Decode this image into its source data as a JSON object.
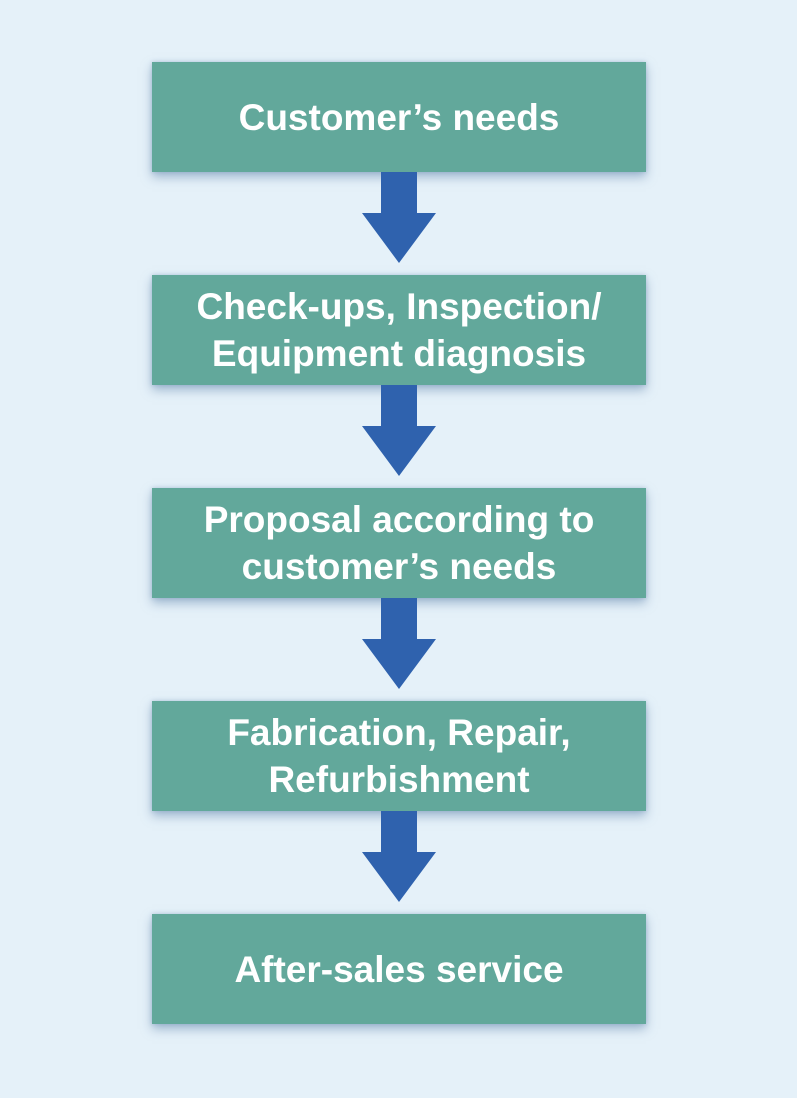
{
  "diagram": {
    "type": "vertical-flowchart",
    "steps": [
      {
        "id": "customer-needs",
        "label": "Customer’s needs"
      },
      {
        "id": "checkups-inspection",
        "label": "Check-ups, Inspection/\nEquipment diagnosis"
      },
      {
        "id": "proposal",
        "label": "Proposal according to\ncustomer’s needs"
      },
      {
        "id": "fabrication-repair",
        "label": "Fabrication, Repair,\nRefurbishment"
      },
      {
        "id": "after-sales",
        "label": "After-sales service"
      }
    ],
    "connector": "down-arrow"
  },
  "colors": {
    "background": "#E5F1F9",
    "box": "#62A89B",
    "arrow": "#2F62AE",
    "text": "#FFFFFF"
  }
}
